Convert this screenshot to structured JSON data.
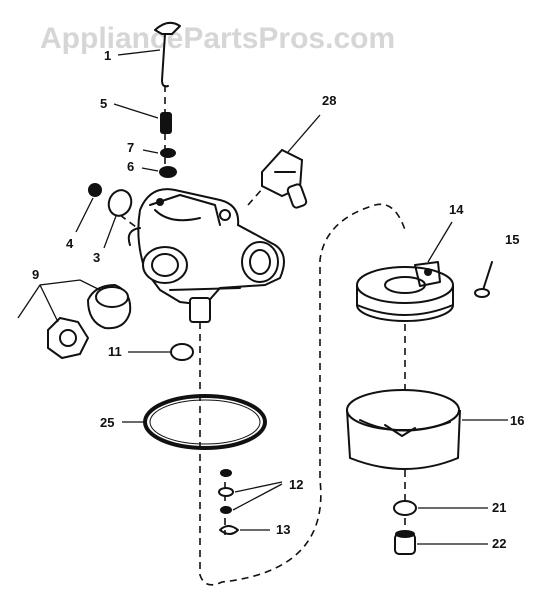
{
  "watermark": "AppliancePartsPros.com",
  "callouts": {
    "p1": "1",
    "p3": "3",
    "p4": "4",
    "p5": "5",
    "p6": "6",
    "p7": "7",
    "p9": "9",
    "p11": "11",
    "p12": "12",
    "p13": "13",
    "p14": "14",
    "p15": "15",
    "p16": "16",
    "p21": "21",
    "p22": "22",
    "p25": "25",
    "p28": "28"
  }
}
